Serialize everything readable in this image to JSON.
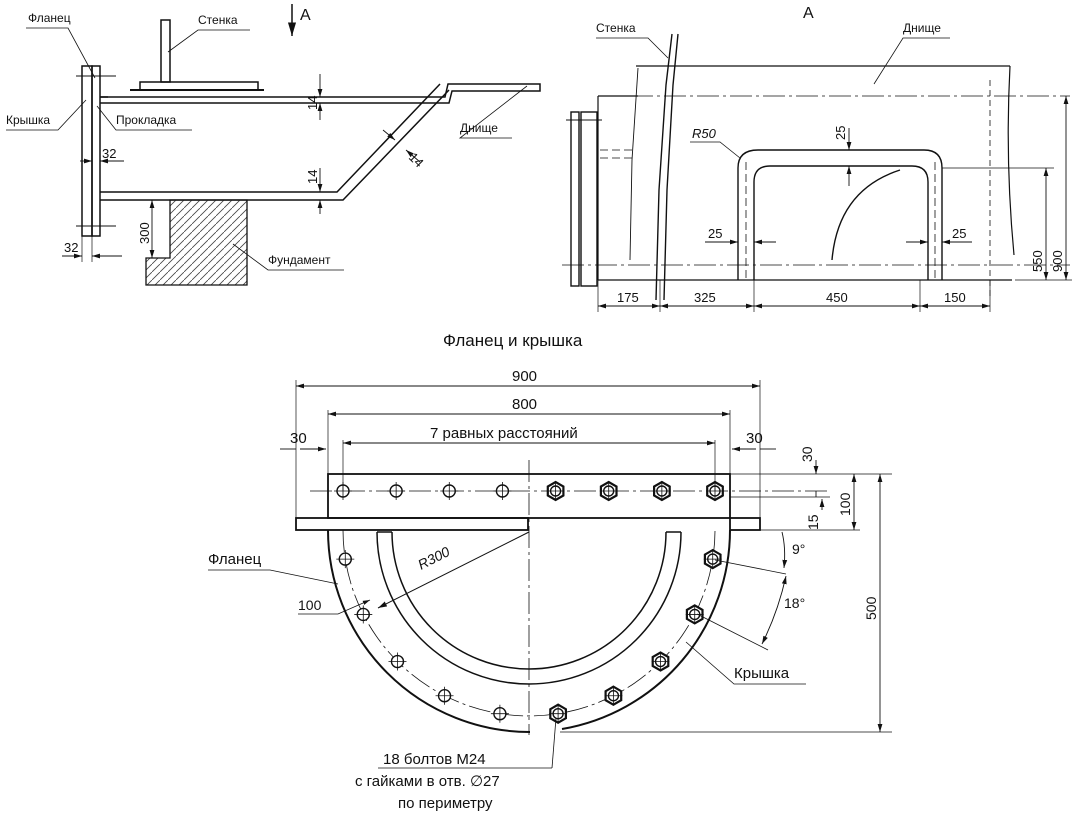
{
  "section_view": {
    "labels": {
      "flange": "Фланец",
      "wall": "Стенка",
      "cover": "Крышка",
      "gasket": "Прокладка",
      "bottom": "Днище",
      "foundation": "Фундамент",
      "view_arrow": "А"
    },
    "dims": {
      "d14_top": "14",
      "d14_mid": "14",
      "d14_slant": "14",
      "d32_a": "32",
      "d32_b": "32",
      "d300": "300"
    }
  },
  "view_a": {
    "title": "А",
    "labels": {
      "wall": "Стенка",
      "bottom": "Днище"
    },
    "dims": {
      "radius": "R50",
      "d25_top": "25",
      "d25_left": "25",
      "d25_right": "25",
      "d175": "175",
      "d325": "325",
      "d450": "450",
      "d150": "150",
      "d550": "550",
      "d900": "900"
    }
  },
  "flange_cover": {
    "title": "Фланец и крышка",
    "labels": {
      "flange": "Фланец",
      "cover": "Крышка"
    },
    "dims": {
      "d900": "900",
      "d800": "800",
      "d30_left": "30",
      "d30_right": "30",
      "spacing": "7 равных расстояний",
      "d30_vert": "30",
      "d100_vert": "100",
      "d15": "15",
      "d500": "500",
      "r300": "R300",
      "d100": "100",
      "angle9": "9°",
      "angle18": "18°"
    },
    "note": {
      "line1": "18 болтов М24",
      "line2": "с гайками в отв. ∅27",
      "line3": "по периметру"
    }
  }
}
